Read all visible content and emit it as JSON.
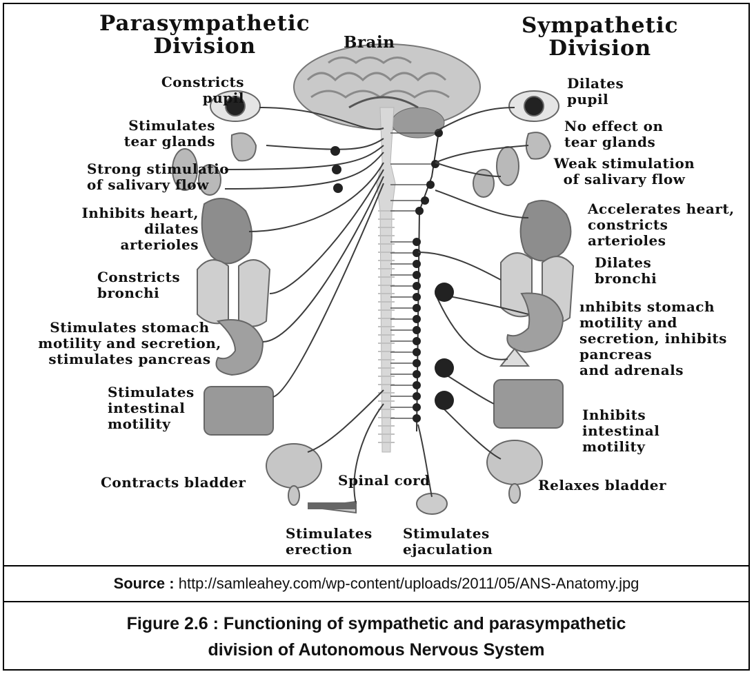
{
  "headings": {
    "left": "Parasympathetic\nDivision",
    "center": "Brain",
    "right": "Sympathetic\nDivision"
  },
  "left_labels": {
    "pupil": "Constricts\npupil",
    "tear": "Stimulates\ntear glands",
    "saliva": "Strong stimulatio\nof salivary flow",
    "heart": "Inhibits heart,\ndilates\narterioles",
    "bronchi": "Constricts\nbronchi",
    "stomach": "Stimulates stomach\nmotility and secretion,\nstimulates pancreas",
    "intestine": "Stimulates\nintestinal\nmotility",
    "bladder": "Contracts bladder"
  },
  "right_labels": {
    "pupil": "Dilates\npupil",
    "tear": "No effect on\ntear glands",
    "saliva": "Weak stimulation\nof salivary flow",
    "heart": "Accelerates heart,\nconstricts\narterioles",
    "bronchi": "Dilates\nbronchi",
    "stomach": "ınhibits stomach\nmotility and\nsecretion, inhibits\npancreas\nand adrenals",
    "intestine": "Inhibits\nintestinal\nmotility",
    "bladder": "Relaxes bladder"
  },
  "bottom_labels": {
    "spinal_cord": "Spinal cord",
    "erection": "Stimulates\nerection",
    "ejaculation": "Stimulates\nejaculation"
  },
  "source": {
    "label": "Source :",
    "url": "http://samleahey.com/wp-content/uploads/2011/05/ANS-Anatomy.jpg"
  },
  "caption": {
    "line1": "Figure 2.6 : Functioning of sympathetic and parasympathetic",
    "line2": "division of Autonomous Nervous System"
  }
}
